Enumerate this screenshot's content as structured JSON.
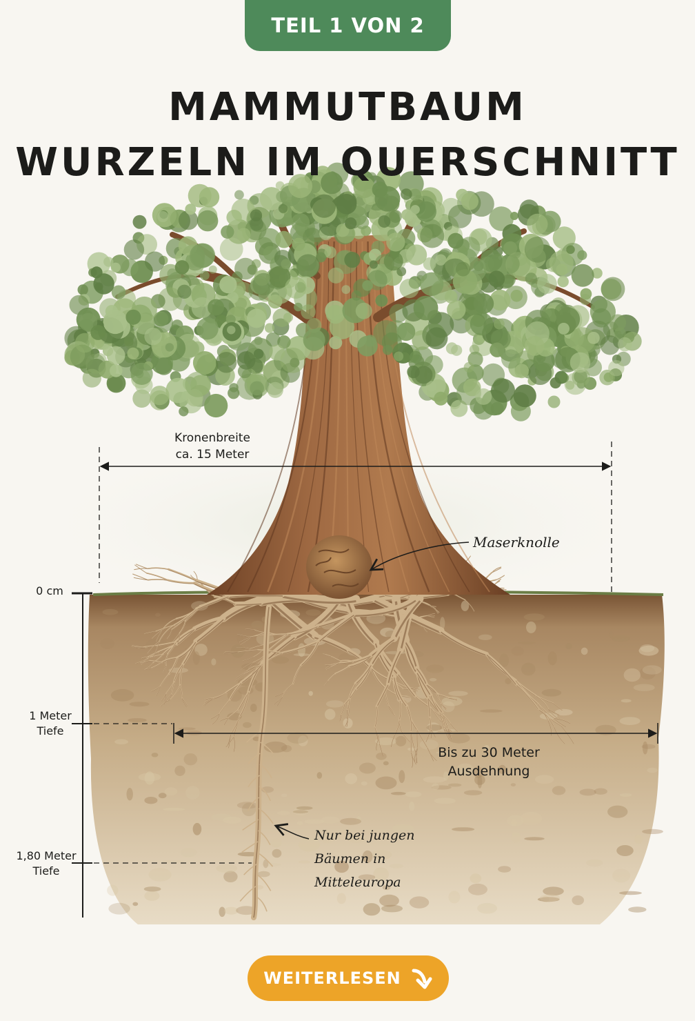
{
  "badge": {
    "label": "TEIL 1 VON 2"
  },
  "title": {
    "line1": "MAMMUTBAUM",
    "line2": "WURZELN IM QUERSCHNITT"
  },
  "labels": {
    "crown_width_line1": "Kronenbreite",
    "crown_width_line2": "ca. 15 Meter",
    "burl": "Maserknolle",
    "depth_0": "0 cm",
    "depth_1_line1": "1 Meter",
    "depth_1_line2": "Tiefe",
    "depth_2_line1": "1,80 Meter",
    "depth_2_line2": "Tiefe",
    "spread_line1": "Bis zu 30 Meter",
    "spread_line2": "Ausdehnung",
    "note_line1": "Nur bei jungen",
    "note_line2": "Bäumen in",
    "note_line3": "Mitteleuropa"
  },
  "cta": {
    "label": "WEITERLESEN",
    "icon": "arrow-down-right-icon"
  },
  "colors": {
    "badge": "#4e8a5a",
    "cta": "#eda428",
    "foliage": "#7a9a5c",
    "trunk": "#8b5a35",
    "soil": "#bfa57f",
    "root": "#cbb089",
    "ink": "#1c1c1a"
  }
}
